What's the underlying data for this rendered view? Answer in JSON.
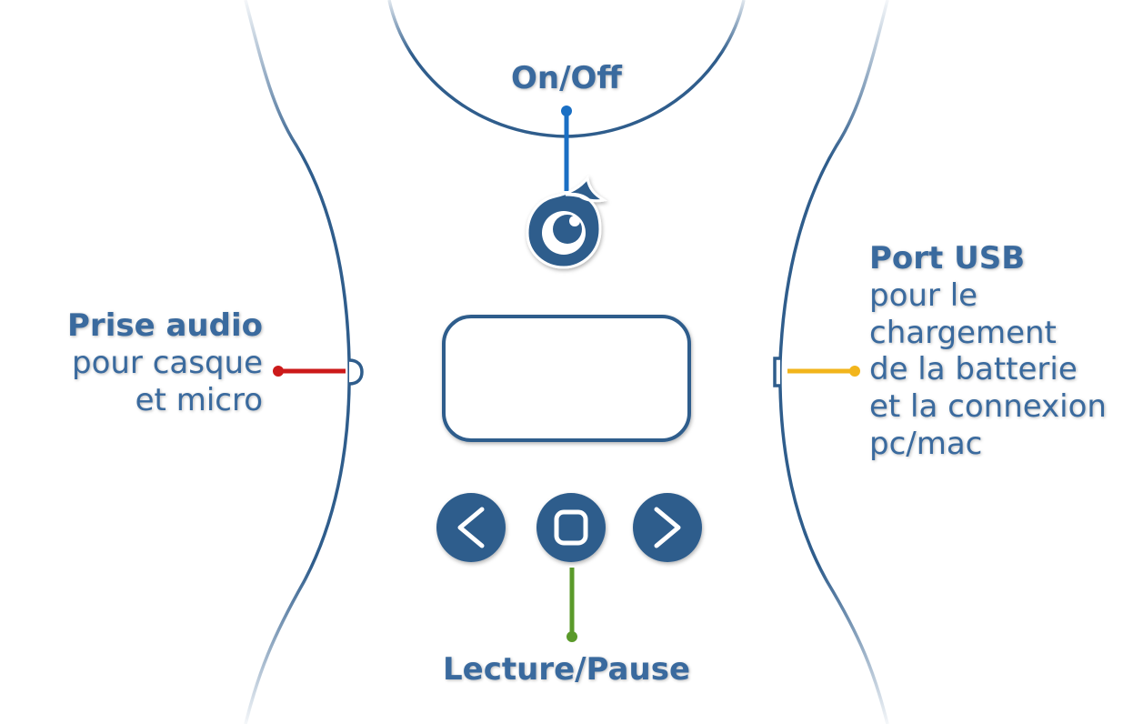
{
  "colors": {
    "device_outline": "#2f5d8c",
    "button_fill": "#2f5d8c",
    "text": "#3a6a9e",
    "onoff_line": "#1a6fc4",
    "audio_line": "#cc1a1a",
    "usb_line": "#f2b51c",
    "play_line": "#5a9a2a"
  },
  "labels": {
    "onoff": {
      "title": "On/Off"
    },
    "audio": {
      "title": "Prise audio",
      "desc": [
        "pour casque",
        "et micro"
      ]
    },
    "usb": {
      "title": "Port USB",
      "desc": [
        "pour le",
        "chargement",
        "de la batterie",
        "et la connexion",
        "pc/mac"
      ]
    },
    "play": {
      "title": "Lecture/Pause"
    }
  },
  "icons": {
    "power_button": "logo-power-icon",
    "prev_button": "chevron-left-icon",
    "play_button": "stop-square-icon",
    "next_button": "chevron-right-icon"
  }
}
